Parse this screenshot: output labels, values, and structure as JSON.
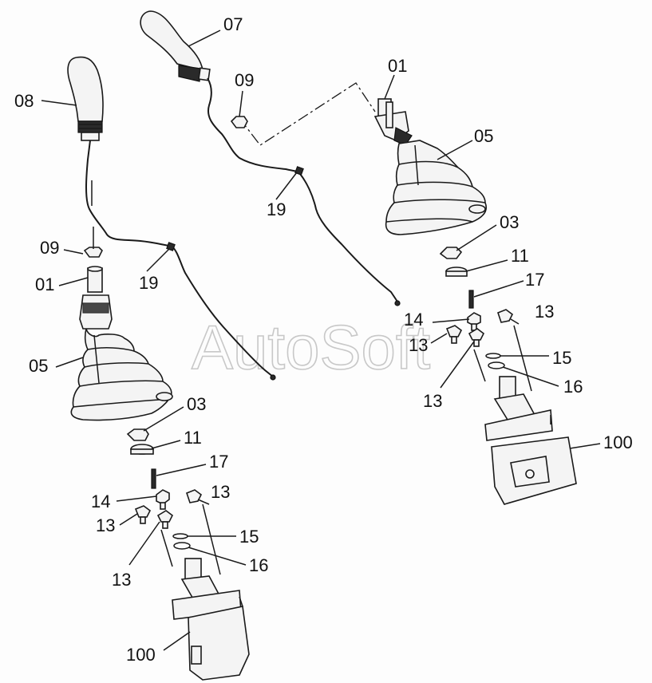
{
  "watermark": "AutoSoft",
  "callouts": {
    "left_assembly": {
      "knob": "08",
      "nut": "09",
      "shaft": "01",
      "cable_clip": "19",
      "boot": "05",
      "nut_lower": "03",
      "washer": "11",
      "pin": "17",
      "screw_a": "14",
      "bolt_a": "13",
      "bolt_b": "13",
      "bolt_c": "13",
      "spring_ring": "15",
      "o_ring": "16",
      "valve": "100"
    },
    "right_assembly": {
      "knob": "07",
      "nut": "09",
      "shaft": "01",
      "cable_clip": "19",
      "boot": "05",
      "nut_lower": "03",
      "washer": "11",
      "pin": "17",
      "screw_a": "14",
      "bolt_a": "13",
      "bolt_b": "13",
      "bolt_c": "13",
      "spring_ring": "15",
      "o_ring": "16",
      "valve": "100"
    }
  }
}
